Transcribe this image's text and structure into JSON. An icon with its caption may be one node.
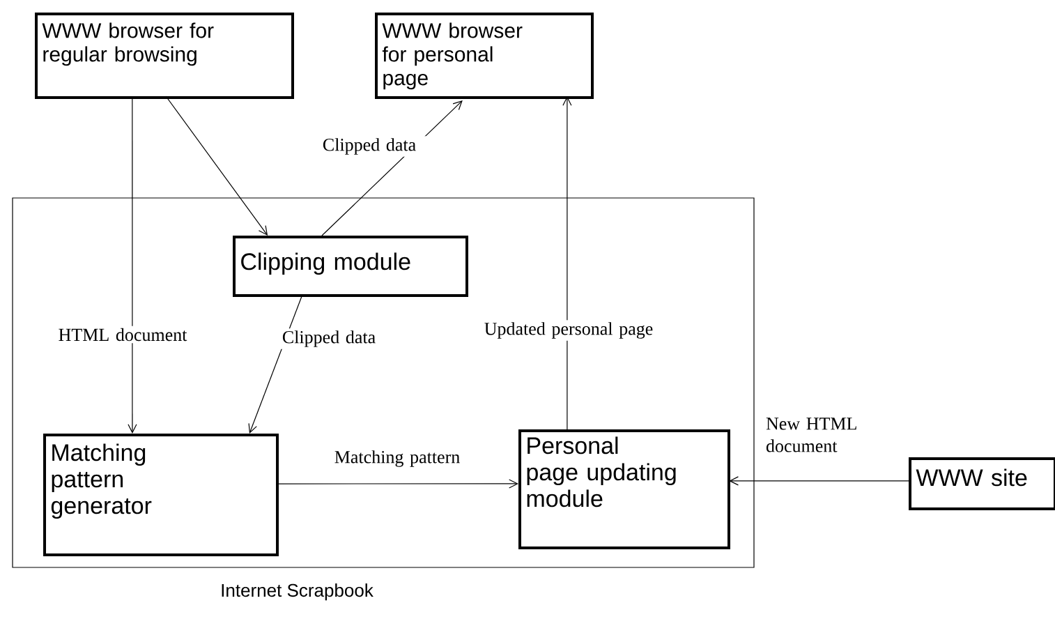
{
  "diagram": {
    "nodes": [
      {
        "text": [
          "Internet Scrapbook"
        ]
      },
      {
        "text": [
          "WWW browser for regular browsing"
        ]
      },
      {
        "text": [
          "WWW browser for personal page"
        ]
      },
      {
        "text": [
          "Clipping module"
        ],
        "in": 0
      },
      {
        "text": [
          "Matching pattern generator"
        ],
        "in": 0
      },
      {
        "text": [
          "Personal page updating module"
        ],
        "in": 0
      },
      {
        "text": [
          "WWW site"
        ]
      }
    ],
    "edges": [
      {
        "from": 1,
        "to": 3,
        "arrow": "to"
      },
      {
        "from": 1,
        "to": 4,
        "arrow": "to",
        "label": "HTML document"
      },
      {
        "from": 3,
        "to": 2,
        "arrow": "to",
        "label": "Clipped data"
      },
      {
        "from": 3,
        "to": 4,
        "arrow": "to",
        "label": "Clipped data"
      },
      {
        "from": 4,
        "to": 5,
        "arrow": "to",
        "label": "Matching pattern"
      },
      {
        "from": 5,
        "to": 2,
        "arrow": "to",
        "label": "Updated personal page"
      },
      {
        "from": 6,
        "to": 5,
        "arrow": "to",
        "label": "New HTML document"
      }
    ]
  }
}
